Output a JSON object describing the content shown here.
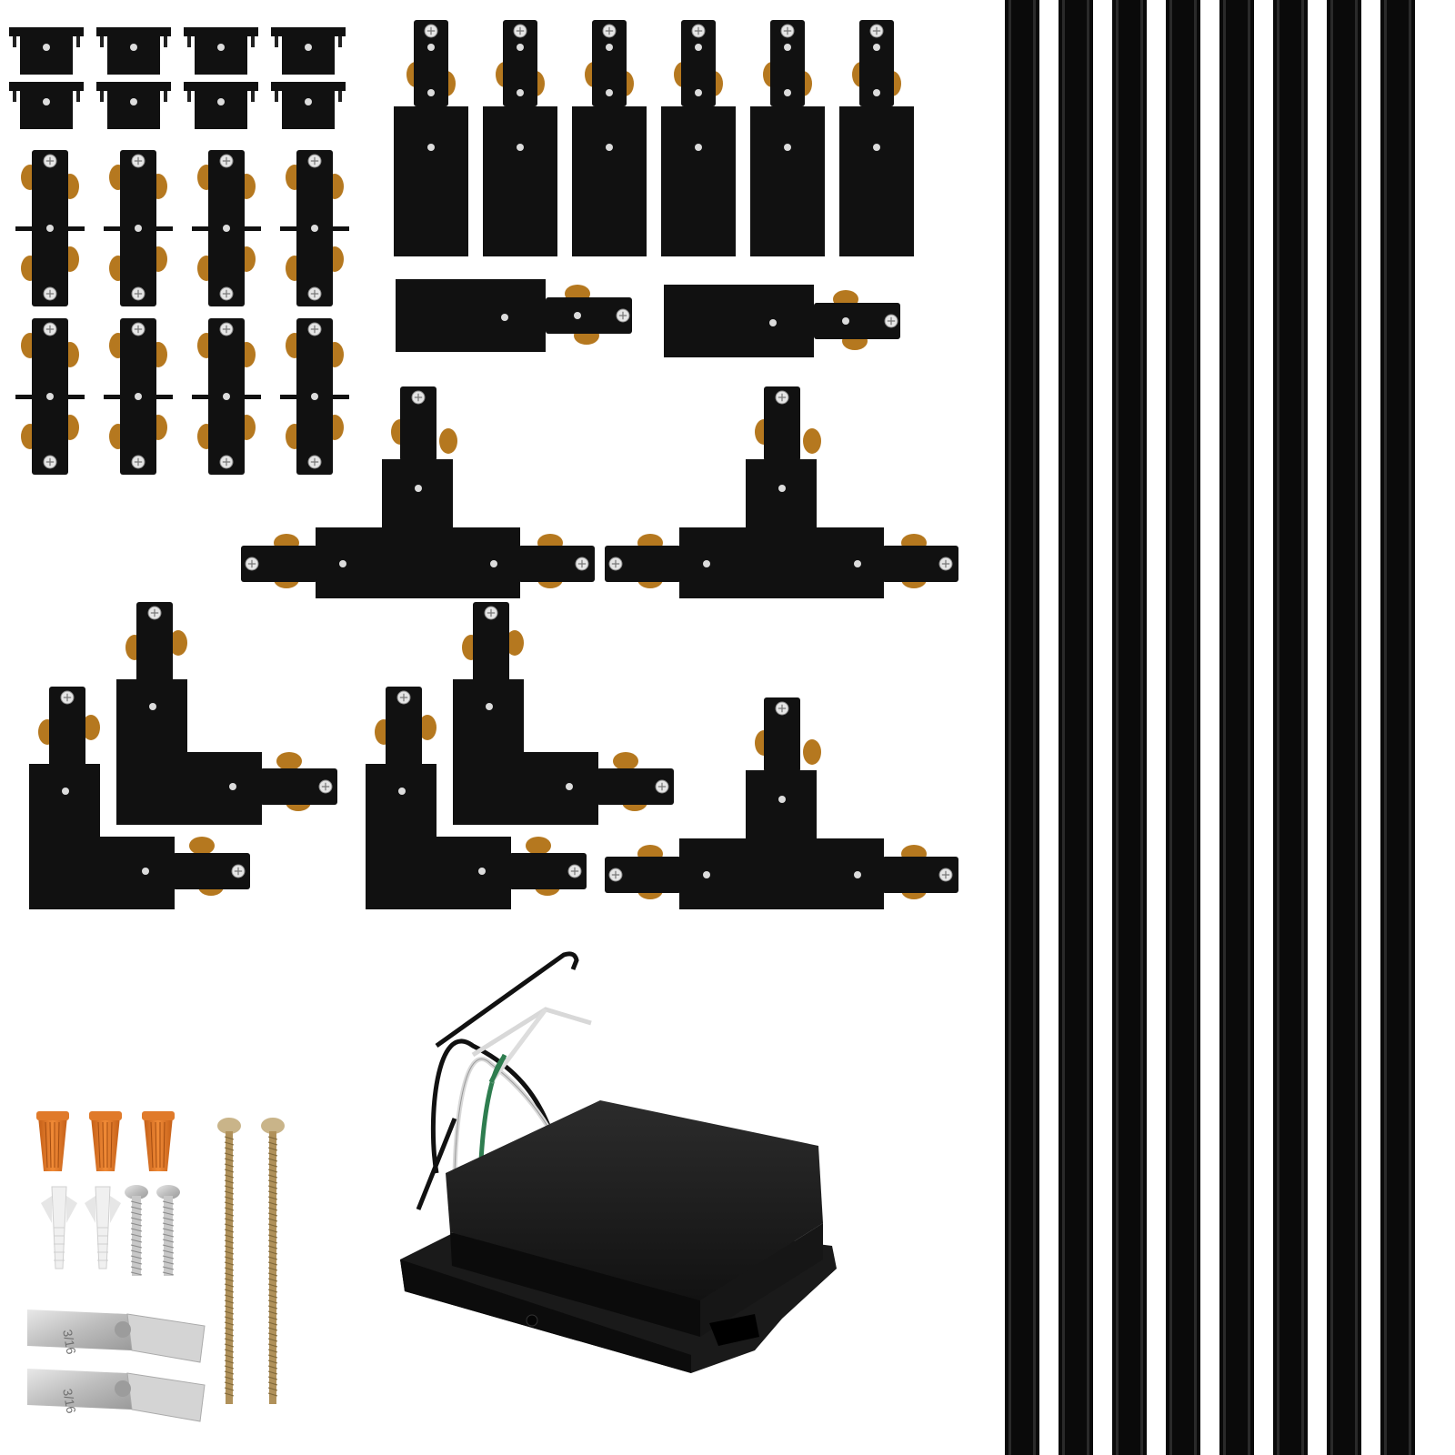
{
  "scene": {
    "subject": "track-lighting-kit",
    "background": "#ffffff",
    "colors": {
      "track_body": "#0a0a0a",
      "track_edge": "#2a2a2a",
      "connector_black": "#111111",
      "brass_tab": "#b5781f",
      "screw_head": "#e5e5e5",
      "wire_nut_orange": "#e07a2a",
      "anchor_white": "#f0f0f0",
      "metal_silver": "#c8c8c8",
      "long_screw_brass": "#b0915a"
    },
    "components": {
      "end_caps": {
        "count": 8,
        "icon": "end-cap-icon"
      },
      "straight_connectors": {
        "count": 8,
        "icon": "straight-connector-icon"
      },
      "live_end_feeds": {
        "count": 6,
        "icon": "live-end-feed-icon"
      },
      "horizontal_feeds": {
        "count": 2,
        "icon": "horizontal-feed-icon"
      },
      "t_connectors": {
        "count": 3,
        "icon": "t-connector-icon"
      },
      "l_connectors": {
        "count": 4,
        "icon": "l-connector-icon"
      },
      "floating_canopy": {
        "count": 1,
        "icon": "canopy-feed-icon"
      },
      "wire_nuts": {
        "count": 3,
        "icon": "wire-nut-icon"
      },
      "wall_anchors": {
        "count": 2,
        "icon": "wall-anchor-icon"
      },
      "short_screws": {
        "count": 2,
        "icon": "screw-icon"
      },
      "long_screws": {
        "count": 2,
        "icon": "long-screw-icon"
      },
      "toggle_clips": {
        "count": 2,
        "icon": "toggle-clip-icon",
        "stamp": "3/16"
      },
      "track_rails": {
        "count": 8,
        "icon": "track-rail-icon"
      }
    }
  }
}
